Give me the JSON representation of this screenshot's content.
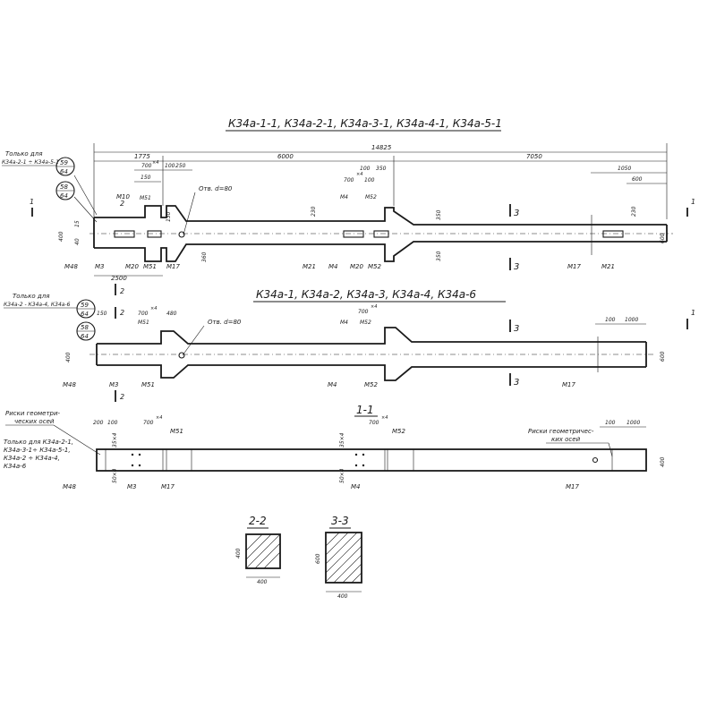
{
  "view1": {
    "title": "К34а-1-1, К34а-2-1, К34а-3-1, К34а-4-1, К34а-5-1",
    "note_line1": "Только для",
    "note_line2": "К34а-2-1 ÷ К34а-5-1",
    "circle_top_a": "59",
    "circle_top_b": "64",
    "circle_bot_a": "58",
    "circle_bot_b": "64",
    "dim_total": "14825",
    "dim_1775": "1775",
    "dim_6000": "6000",
    "dim_7050": "7050",
    "dim_100_a": "100",
    "dim_100_b": "100",
    "dim_250": "250",
    "dim_100_c": "100",
    "dim_350": "350",
    "dim_1050": "1050",
    "dim_600": "600",
    "dim_150": "150",
    "dim_700_a": "700",
    "dim_700_b": "700",
    "dim_x4_a": "×4",
    "dim_x4_b": "×4",
    "dim_2500": "2500",
    "hole": "Отв. d=80",
    "dim_15": "15",
    "dim_40": "40",
    "dim_130_a": "130",
    "dim_400_l": "400",
    "dim_600_r": "600",
    "dim_230_a": "230",
    "dim_230_b": "230",
    "dim_350_r": "350",
    "dim_350_d": "350",
    "dim_360": "360",
    "m10": "М10",
    "m51": "М51",
    "m4_top": "М4",
    "m52_top": "М52",
    "m48": "М48",
    "m3": "М3",
    "m20": "М20",
    "m51_b": "М51",
    "m17": "М17",
    "m21_a": "М21",
    "m4_bot": "М4",
    "m20_b": "М20",
    "m52_bot": "М52",
    "m17_r": "М17",
    "m21_r": "М21",
    "sec1_num": "1",
    "sec1_num_r": "1",
    "sec2_num": "2",
    "sec2_num_b": "2",
    "sec3_num": "3",
    "sec3_num_b": "3"
  },
  "view2": {
    "title": "К34а-1, К34а-2, К34а-3, К34а-4, К34а-6",
    "note_line1": "Только для",
    "note_line2": "К34а-2 - К34а-4, К34а-6",
    "circle_top_a": "59",
    "circle_top_b": "64",
    "circle_bot_a": "58",
    "circle_bot_b": "64",
    "dim_150": "150",
    "dim_700_a": "700",
    "dim_x4": "×4",
    "dim_480": "480",
    "hole": "Отв. d=80",
    "dim_700_b": "700",
    "dim_x4_b": "×4",
    "dim_100": "100",
    "dim_1000": "1000",
    "dim_400_l": "400",
    "dim_600_r": "600",
    "m51": "М51",
    "m4": "М4",
    "m52": "М52",
    "m48": "М48",
    "m3": "М3",
    "m51_b": "М51",
    "m4_b": "М4",
    "m52_b": "М52",
    "m17": "М17",
    "sec1_num": "1",
    "sec2_num": "2",
    "sec2_num_b": "2",
    "sec3_num": "3",
    "sec3_num_b": "3"
  },
  "view3": {
    "title": "1-1",
    "risk_left_1": "Риски геометри-",
    "risk_left_2": "ческих осей",
    "only_1": "Только для К34а-2-1,",
    "only_2": "К34а-3-1÷ К34а-5-1,",
    "only_3": "К34а-2 ÷ К34а-4,",
    "only_4": "К34а-6",
    "risk_right_1": "Риски геометричес-",
    "risk_right_2": "ких осей",
    "dim_200": "200",
    "dim_100_a": "100",
    "dim_700_a": "700",
    "dim_x4_a": "×4",
    "dim_700_b": "700",
    "dim_x4_b": "×4",
    "dim_100_b": "100",
    "dim_1000": "1000",
    "dim_400": "400",
    "dim_35_a": "35×4",
    "dim_35_b": "35×4",
    "dim_50_a": "50×4",
    "dim_50_b": "50×4",
    "m51": "М51",
    "m52": "М52",
    "m48": "М48",
    "m3": "М3",
    "m17": "М17",
    "m4": "М4",
    "m17_r": "М17"
  },
  "sections": {
    "s22_title": "2-2",
    "s22_w": "400",
    "s22_h": "400",
    "s33_title": "3-3",
    "s33_w": "400",
    "s33_h": "600"
  }
}
